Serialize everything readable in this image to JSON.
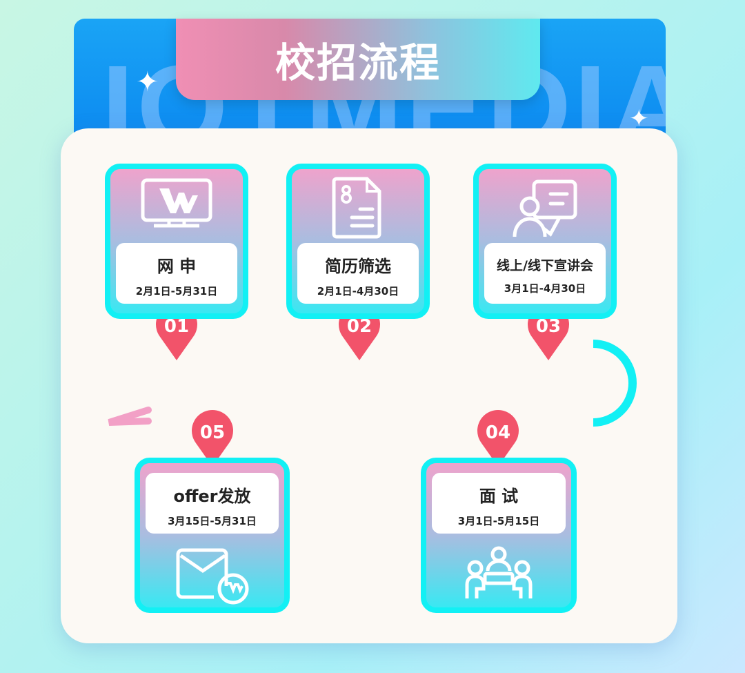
{
  "header": {
    "title": "校招流程",
    "watermark": "IOTMEDIA"
  },
  "steps": [
    {
      "number": "01",
      "title": "网 申",
      "dates": "2月1日-5月31日",
      "icon": "monitor-logo-icon"
    },
    {
      "number": "02",
      "title": "简历筛选",
      "dates": "2月1日-4月30日",
      "icon": "resume-document-icon"
    },
    {
      "number": "03",
      "title": "线上/线下宣讲会",
      "dates": "3月1日-4月30日",
      "icon": "presenter-icon"
    },
    {
      "number": "04",
      "title": "面 试",
      "dates": "3月1日-5月15日",
      "icon": "meeting-icon"
    },
    {
      "number": "05",
      "title": "offer发放",
      "dates": "3月15日-5月31日",
      "icon": "mail-logo-icon"
    }
  ],
  "colors": {
    "pin": "#f2536a",
    "border": "#12f0f4",
    "pink": "#f08fb4",
    "cyan": "#12f0f4",
    "blue": "#0a86f0"
  }
}
